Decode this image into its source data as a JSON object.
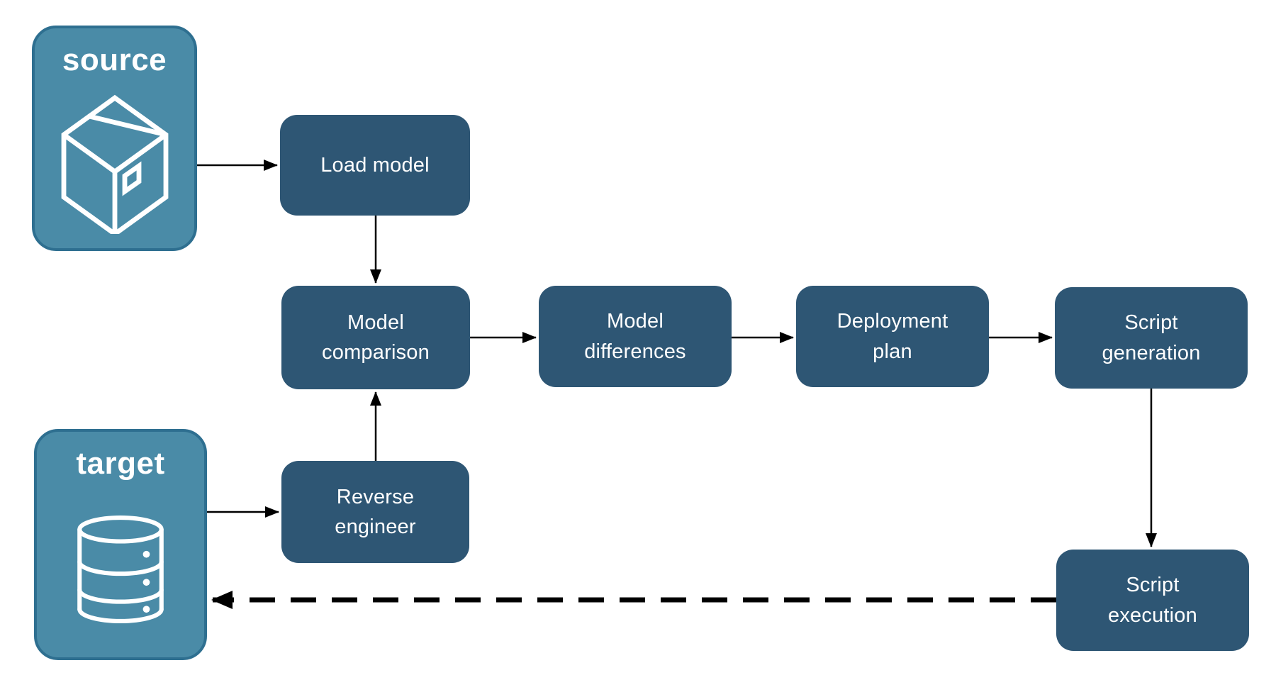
{
  "diagram": {
    "endpoints": [
      {
        "id": "source",
        "label": "source",
        "icon": "package-icon"
      },
      {
        "id": "target",
        "label": "target",
        "icon": "database-icon"
      }
    ],
    "nodes": [
      {
        "id": "load-model",
        "label": "Load model"
      },
      {
        "id": "model-comparison",
        "label": "Model\ncomparison"
      },
      {
        "id": "model-differences",
        "label": "Model\ndifferences"
      },
      {
        "id": "deployment-plan",
        "label": "Deployment\nplan"
      },
      {
        "id": "script-generation",
        "label": "Script\ngeneration"
      },
      {
        "id": "reverse-engineer",
        "label": "Reverse\nengineer"
      },
      {
        "id": "script-execution",
        "label": "Script\nexecution"
      }
    ],
    "arrows": [
      {
        "from": "source",
        "to": "load-model",
        "style": "solid"
      },
      {
        "from": "load-model",
        "to": "model-comparison",
        "style": "solid"
      },
      {
        "from": "target",
        "to": "reverse-engineer",
        "style": "solid"
      },
      {
        "from": "reverse-engineer",
        "to": "model-comparison",
        "style": "solid"
      },
      {
        "from": "model-comparison",
        "to": "model-differences",
        "style": "solid"
      },
      {
        "from": "model-differences",
        "to": "deployment-plan",
        "style": "solid"
      },
      {
        "from": "deployment-plan",
        "to": "script-generation",
        "style": "solid"
      },
      {
        "from": "script-generation",
        "to": "script-execution",
        "style": "solid"
      },
      {
        "from": "script-execution",
        "to": "target",
        "style": "dashed"
      }
    ],
    "colors": {
      "background": "#FFFFFF",
      "node_fill": "#2E5674",
      "endpoint_fill": "#4A8BA7",
      "endpoint_border": "#2E6F90",
      "arrow": "#000000",
      "text": "#FFFFFF"
    }
  }
}
